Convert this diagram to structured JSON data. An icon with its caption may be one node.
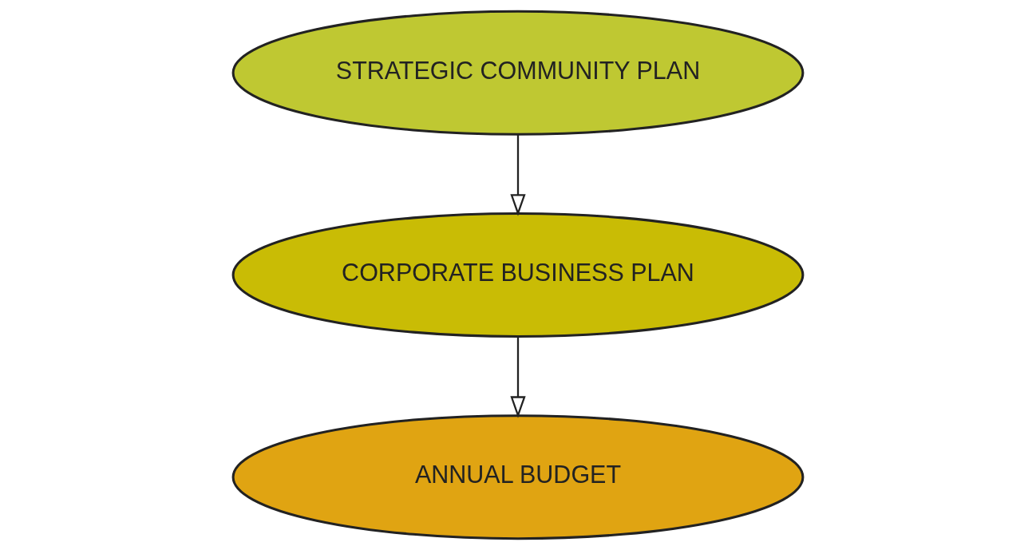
{
  "diagram": {
    "nodes": [
      {
        "text": [
          "STRATEGIC COMMUNITY PLAN"
        ]
      },
      {
        "text": [
          "CORPORATE BUSINESS PLAN"
        ]
      },
      {
        "text": [
          "ANNUAL BUDGET"
        ]
      }
    ],
    "edges": [
      {
        "from": 0,
        "to": 1,
        "arrow": "to"
      },
      {
        "from": 1,
        "to": 2,
        "arrow": "to"
      }
    ]
  }
}
